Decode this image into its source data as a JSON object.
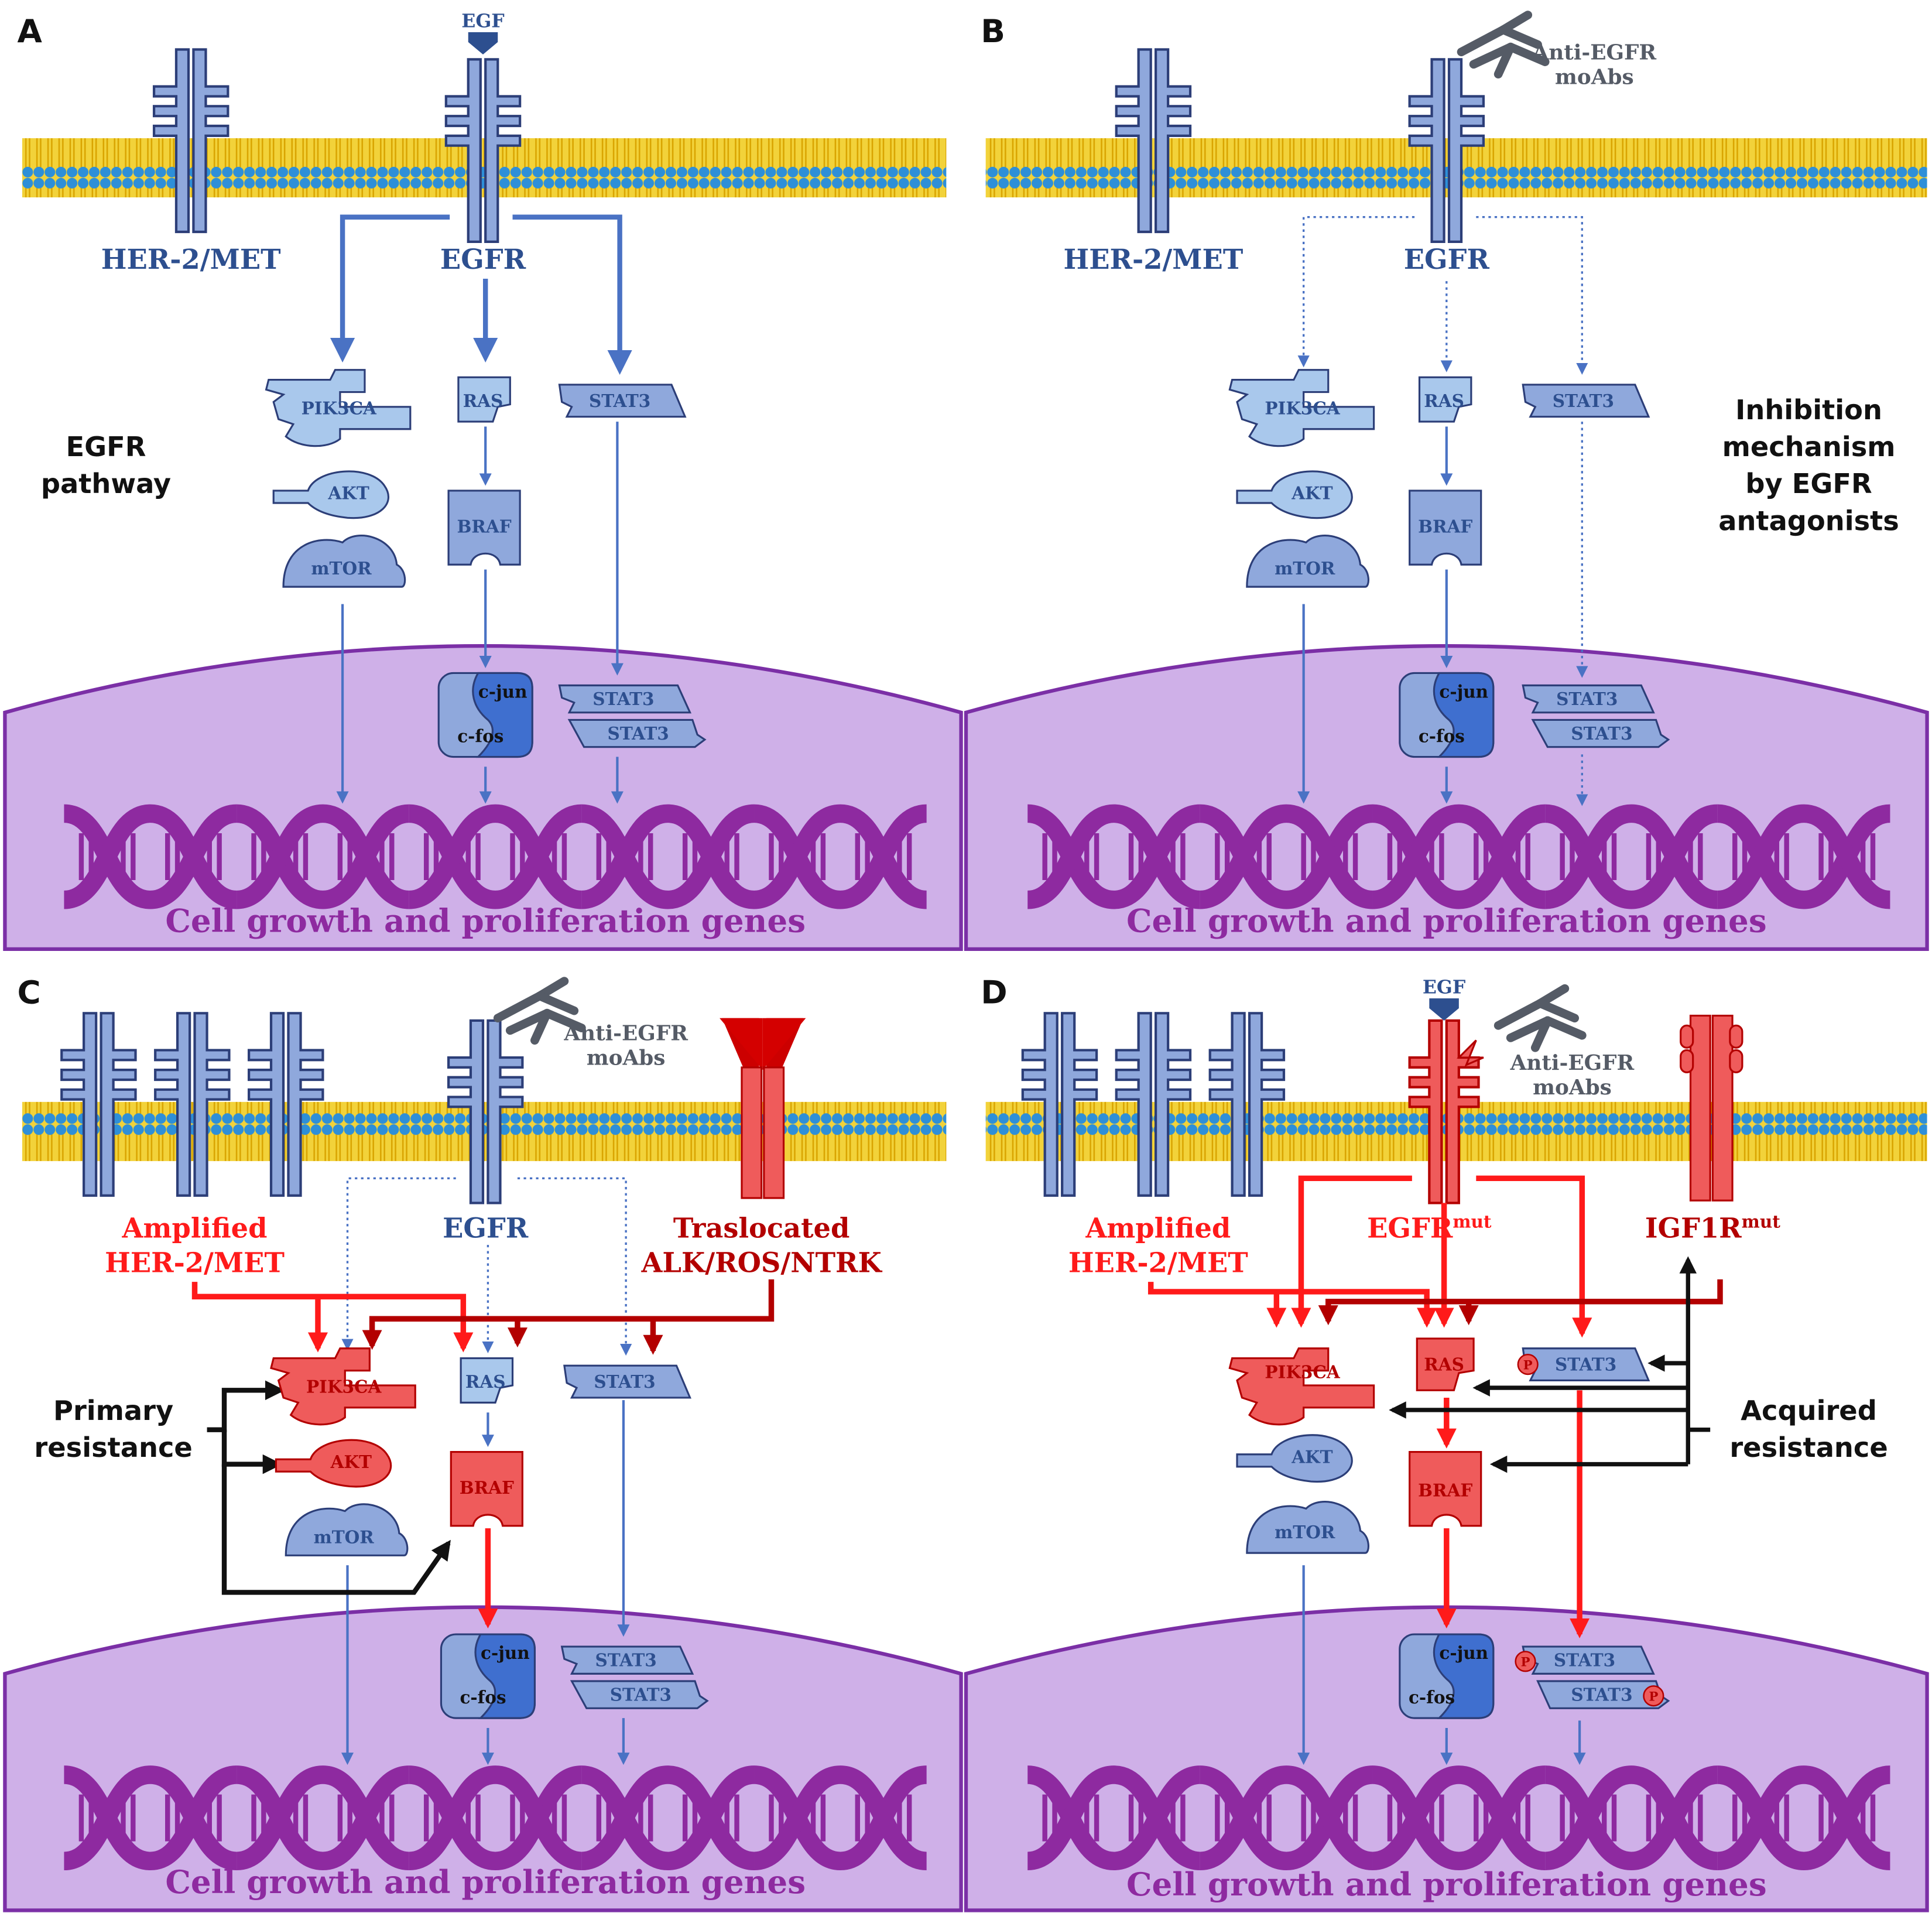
{
  "panels": [
    {
      "letter": "A",
      "left_receptor_label": "HER-2/MET",
      "center_receptor_label": "EGFR",
      "ligand_label": "EGF",
      "side_text": [
        "EGFR",
        "pathway"
      ],
      "genes_label": "Cell growth and proliferation genes"
    },
    {
      "letter": "B",
      "left_receptor_label": "HER-2/MET",
      "center_receptor_label": "EGFR",
      "antibody_label": [
        "Anti-EGFR",
        "moAbs"
      ],
      "side_text": [
        "Inhibition",
        "mechanism",
        "by EGFR",
        "antagonists"
      ],
      "genes_label": "Cell growth and proliferation genes"
    },
    {
      "letter": "C",
      "amplified_label": [
        "Amplified",
        "HER-2/MET"
      ],
      "center_receptor_label": "EGFR",
      "translocated_label": [
        "Traslocated",
        "ALK/ROS/NTRK"
      ],
      "antibody_label": [
        "Anti-EGFR",
        "moAbs"
      ],
      "resistance_label": [
        "Primary",
        "resistance"
      ],
      "genes_label": "Cell growth and proliferation genes"
    },
    {
      "letter": "D",
      "amplified_label": [
        "Amplified",
        "HER-2/MET"
      ],
      "egfr_mut_label": "EGFR",
      "egfr_mut_sup": "mut",
      "igf1r_label": "IGF1R",
      "igf1r_sup": "mut",
      "ligand_label": "EGF",
      "antibody_label": [
        "Anti-EGFR",
        "moAbs"
      ],
      "resistance_label": [
        "Acquired",
        "resistance"
      ],
      "genes_label": "Cell growth and proliferation genes"
    }
  ],
  "proteins": {
    "pik3ca": "PIK3CA",
    "akt": "AKT",
    "mtor": "mTOR",
    "ras": "RAS",
    "braf": "BRAF",
    "stat3": "STAT3",
    "cjun": "c-jun",
    "cfos": "c-fos",
    "phospho": "P"
  },
  "colors": {
    "membrane_head": "#2e8fd8",
    "membrane_tail": "#e8c42a",
    "receptor": "#8fa8dc",
    "receptor_stroke": "#2c3e78",
    "protein_light": "#a9c8ec",
    "protein_mid": "#8fa8dc",
    "protein_dark": "#3f6fcf",
    "mutated_red": "#ef5b5b",
    "dark_red": "#b30000",
    "bright_red": "#ff1a1a",
    "arrow_blue": "#4a72c4",
    "nucleus": "#cfb0e8",
    "nucleus_border": "#7b2fa6",
    "dna": "#8e2aa0",
    "label_blue": "#2d4f8f",
    "label_text": "#ffffff"
  }
}
